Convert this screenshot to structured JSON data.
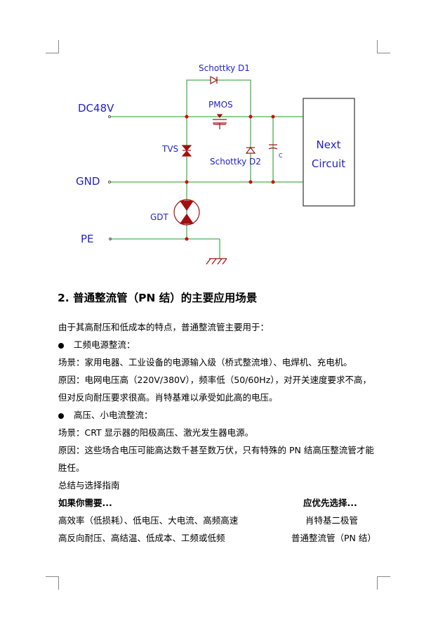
{
  "diagram": {
    "labels": {
      "dc": "DC48V",
      "gnd": "GND",
      "pe": "PE",
      "d1": "Schottky D1",
      "pmos": "PMOS",
      "tvs": "TVS",
      "d2": "Schottky D2",
      "cap": "C",
      "gdt": "GDT",
      "next1": "Next",
      "next2": "Circuit"
    },
    "wire_color": "#4caf50",
    "component_color": "#a01010",
    "node_color": "#dd0000",
    "label_color": "#2222cc"
  },
  "section": {
    "heading": "2.  普通整流管（PN 结）的主要应用场景",
    "intro": "由于其高耐压和低成本的特点，普通整流管主要用于：",
    "bullet1": "工频电源整流：",
    "b1_scene": "场景：家用电器、工业设备的电源输入级（桥式整流堆）、电焊机、充电机。",
    "b1_reason1": "原因：电网电压高（220V/380V），频率低（50/60Hz），对开关速度要求不高，",
    "b1_reason2": "但对反向耐压要求很高。肖特基难以承受如此高的电压。",
    "bullet2": "高压、小电流整流：",
    "b2_scene": "场景：CRT 显示器的阳极高压、激光发生器电源。",
    "b2_reason1": "原因：这些场合电压可能高达数千甚至数万伏，只有特殊的 PN 结高压整流管才能",
    "b2_reason2": "胜任。",
    "summary": "总结与选择指南"
  },
  "table": {
    "headers": [
      "如果你需要...",
      "应优先选择..."
    ],
    "rows": [
      [
        "高效率（低损耗）、低电压、大电流、高频高速",
        "肖特基二极管"
      ],
      [
        "高反向耐压、高结温、低成本、工频或低频",
        "普通整流管（PN 结）"
      ]
    ]
  }
}
